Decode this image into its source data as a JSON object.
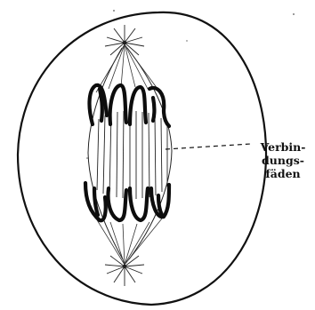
{
  "label": {
    "line1": "Verbin-",
    "line2": "dungs-",
    "line3": "fäden"
  },
  "colors": {
    "ink": "#111111",
    "paper": "#ffffff"
  }
}
